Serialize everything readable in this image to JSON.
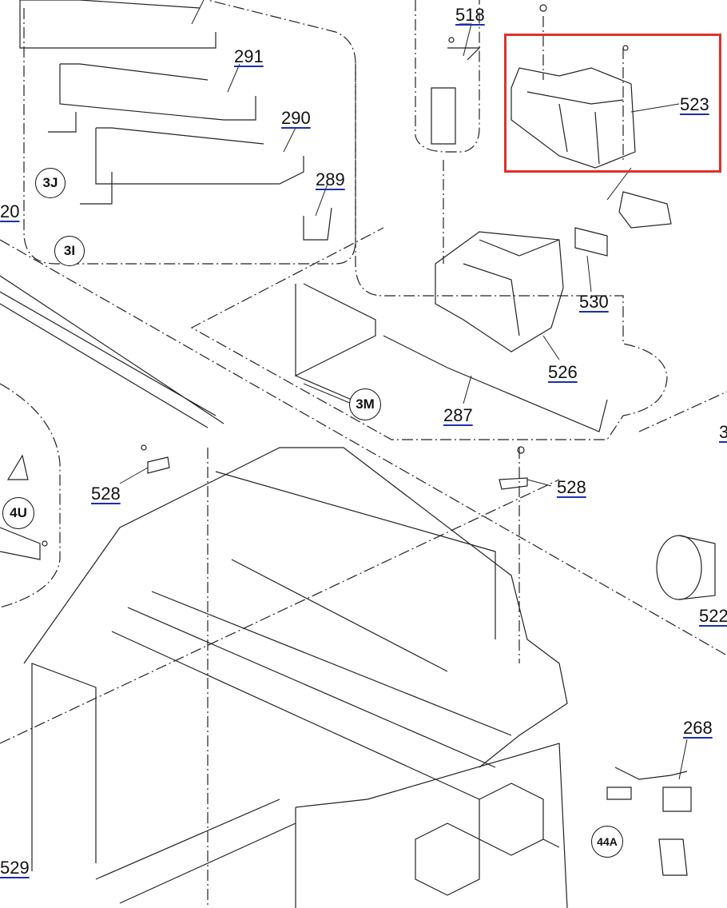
{
  "part_numbers": {
    "p518": "518",
    "p291": "291",
    "p290": "290",
    "p289": "289",
    "p523": "523",
    "p20": "20",
    "p530": "530",
    "p526": "526",
    "p287": "287",
    "p528a": "528",
    "p528b": "528",
    "p522": "522",
    "p268": "268",
    "p529": "529",
    "p3": "3"
  },
  "references": {
    "r3J": "3J",
    "r3I": "3I",
    "r3M": "3M",
    "r4U": "4U",
    "r44A": "44A"
  },
  "highlight": {
    "color": "#e0302a",
    "target_part": "523"
  },
  "colors": {
    "link_underline": "#1a2fb0",
    "line": "#111111"
  }
}
